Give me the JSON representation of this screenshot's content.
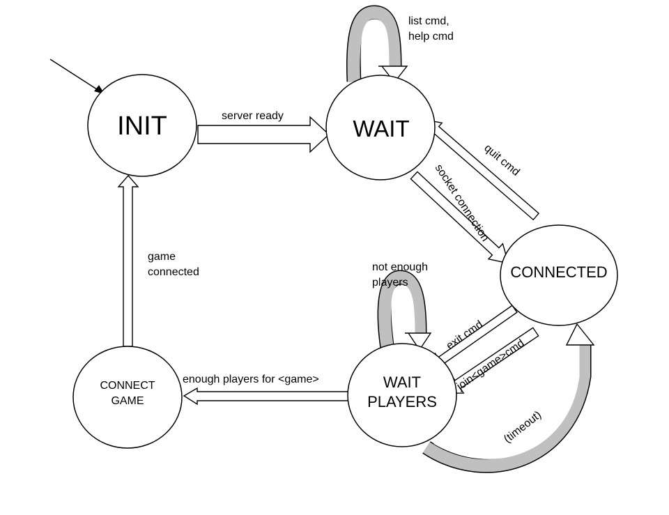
{
  "states": {
    "init": "INIT",
    "wait": "WAIT",
    "connected": "CONNECTED",
    "wait_players_line1": "WAIT",
    "wait_players_line2": "PLAYERS",
    "connect_game_line1": "CONNECT",
    "connect_game_line2": "GAME"
  },
  "transitions": {
    "server_ready": "server ready",
    "list_cmd": "list cmd,",
    "help_cmd": "help cmd",
    "quit_cmd": "quit cmd",
    "socket_connection": "socket connection",
    "exit_cmd": "exit cmd",
    "join_game_cmd": "join<game>cmd",
    "not_enough_line1": "not enough",
    "not_enough_line2": "players",
    "enough_players": "enough players for <game>",
    "timeout": "(timeout)",
    "game_connected_line1": "game",
    "game_connected_line2": "connected"
  },
  "colors": {
    "stroke": "#000000",
    "fill": "#ffffff",
    "shade": "#c0c0c0"
  }
}
